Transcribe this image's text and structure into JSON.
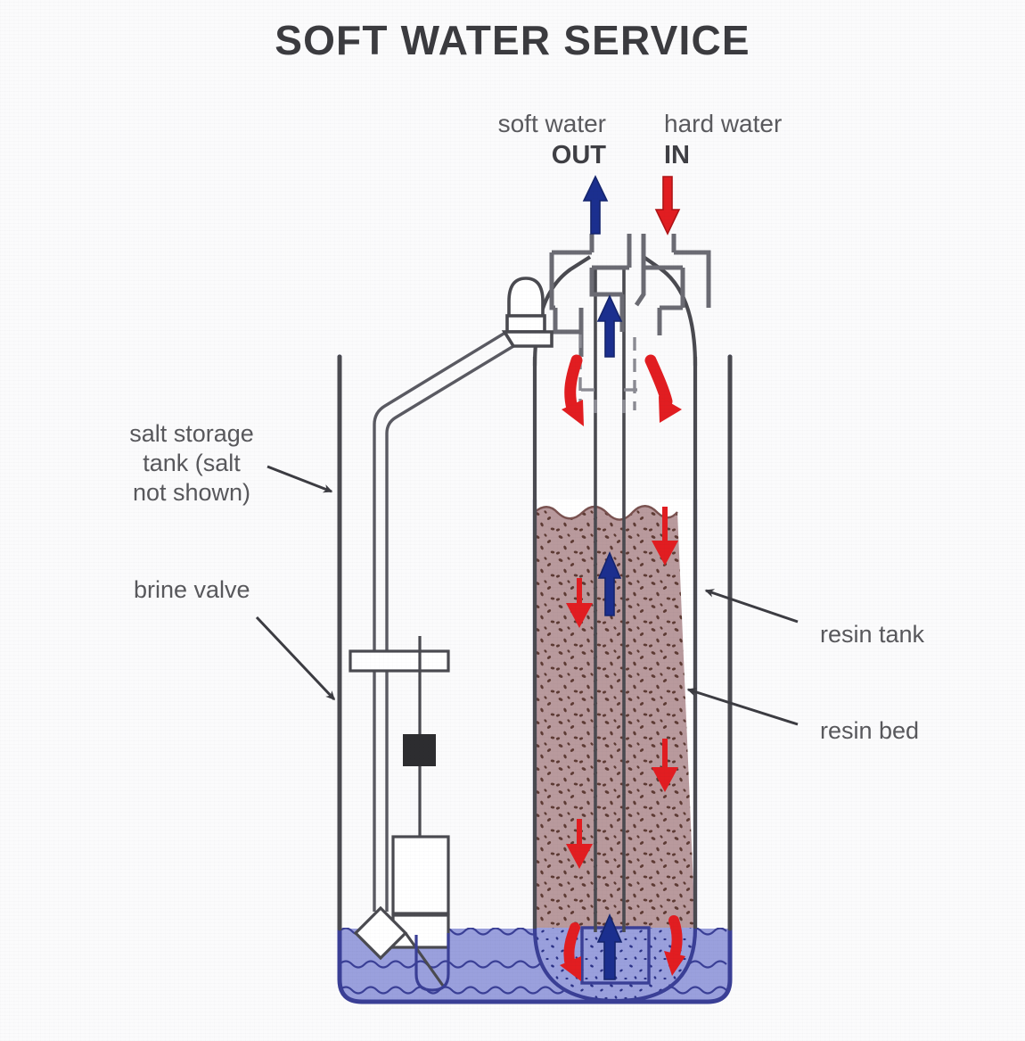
{
  "title": "SOFT WATER SERVICE",
  "flow_labels": {
    "soft_water": "soft water",
    "soft_water_dir": "OUT",
    "hard_water": "hard water",
    "hard_water_dir": "IN"
  },
  "callouts": {
    "salt_storage_tank": "salt storage\ntank (salt\nnot shown)",
    "brine_valve": "brine valve",
    "resin_tank": "resin tank",
    "resin_bed": "resin bed"
  },
  "colors": {
    "background": "#fbfbfc",
    "title_text": "#3b3b3f",
    "label_text": "#58585c",
    "outline_dark": "#4a4a50",
    "outline_light": "#6e6e76",
    "arrow_red": "#e21d21",
    "arrow_blue": "#1b2f8f",
    "resin_fill": "#b99a9d",
    "resin_speckle": "#5d3a33",
    "brine_fill": "#9aa0dd",
    "brine_outline": "#3a3f96",
    "gravel_fill": "#9aa0dd",
    "tank_outline": "#4a4a50"
  },
  "diagram": {
    "type": "process-diagram",
    "subject": "water softener in service mode",
    "components": [
      "salt storage tank",
      "brine valve",
      "brine pickup tube",
      "resin tank",
      "resin bed",
      "control valve head",
      "injector dome",
      "riser tube",
      "bottom distributor",
      "gravel underbed",
      "brine solution"
    ],
    "flow_directions": {
      "hard_water_in": "down",
      "soft_water_out": "up",
      "service_path": "hard water enters at top, flows down through resin bed, up the riser tube, and out as soft water"
    }
  }
}
